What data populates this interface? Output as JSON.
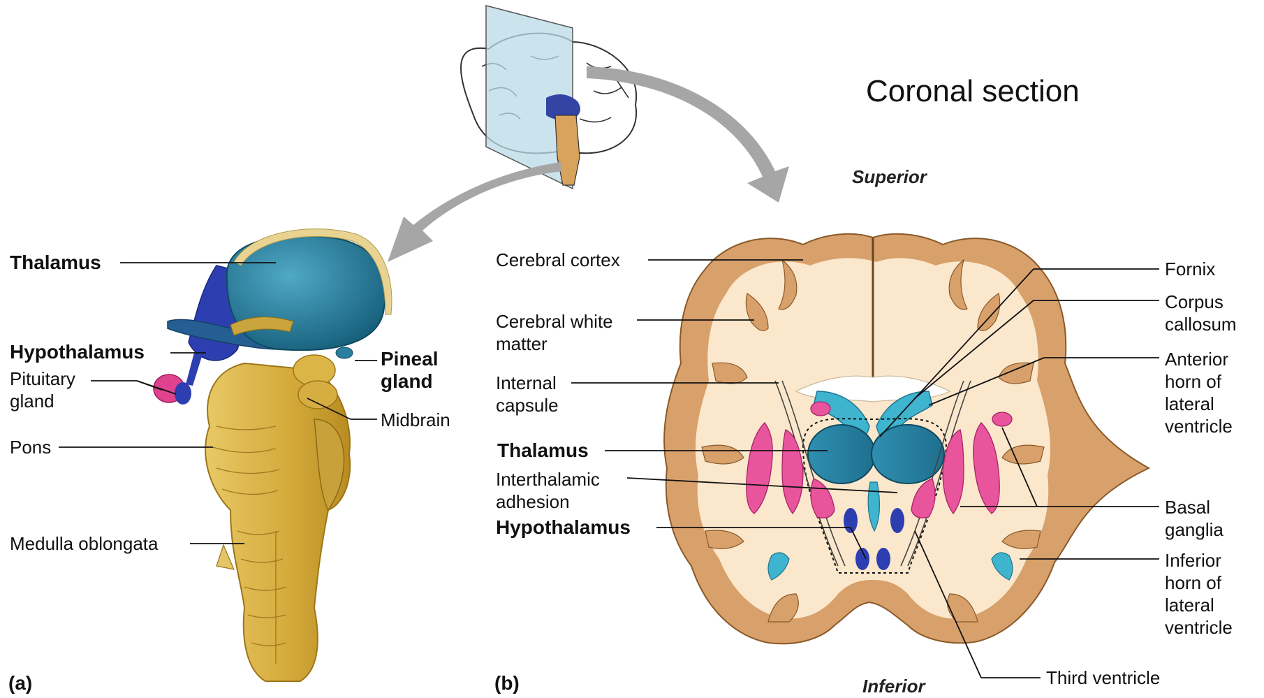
{
  "title": "Coronal section",
  "orientation": {
    "top": "Superior",
    "bottom": "Inferior"
  },
  "panels": {
    "a": "(a)",
    "b": "(b)"
  },
  "panel_a_labels": {
    "thalamus": "Thalamus",
    "hypothalamus": "Hypothalamus",
    "pituitary": "Pituitary gland",
    "pineal": "Pineal gland",
    "midbrain": "Midbrain",
    "pons": "Pons",
    "medulla": "Medulla oblongata"
  },
  "panel_b_left_labels": {
    "cortex": "Cerebral cortex",
    "white_matter": "Cerebral white matter",
    "internal_capsule": "Internal capsule",
    "thalamus": "Thalamus",
    "interthalamic": "Interthalamic adhesion",
    "hypothalamus": "Hypothalamus"
  },
  "panel_b_right_labels": {
    "fornix": "Fornix",
    "corpus_callosum": "Corpus callosum",
    "anterior_horn": "Anterior horn of lateral ventricle",
    "basal_ganglia": "Basal ganglia",
    "inferior_horn": "Inferior horn of lateral ventricle",
    "third_ventricle": "Third ventricle"
  },
  "colors": {
    "thalamus": "#2a7f9e",
    "hypothalamus": "#2a3fa8",
    "pituitary": "#e0428f",
    "brainstem": "#d9b245",
    "cortex_gray": "#d6a46b",
    "white_matter": "#fbe7cc",
    "basal_ganglia": "#e8559c",
    "ventricle": "#3fb4cf",
    "arrow": "#a6a6a6"
  }
}
